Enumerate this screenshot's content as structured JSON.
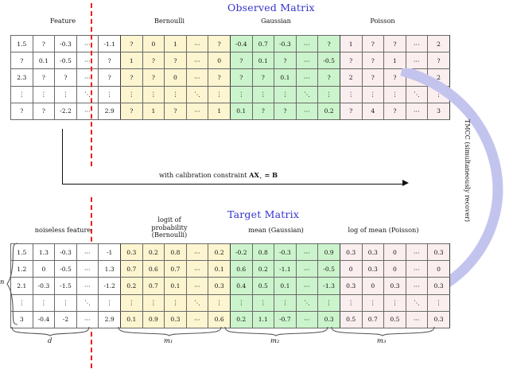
{
  "observed": {
    "title": "Observed Matrix",
    "title_color": "#3333cc",
    "column_headers": [
      "Feature",
      "Bernoulli",
      "Gaussian",
      "Poisson"
    ],
    "block_colors": {
      "feature": "#ffffff",
      "bernoulli": "#fcf5d0",
      "gaussian": "#ccf4cc",
      "poisson": "#fbeeee"
    },
    "rows": [
      [
        "1.5",
        "?",
        "-0.3",
        "⋯",
        "-1.1",
        "?",
        "0",
        "1",
        "⋯",
        "?",
        "-0.4",
        "0.7",
        "-0.3",
        "⋯",
        "?",
        "1",
        "?",
        "?",
        "⋯",
        "2"
      ],
      [
        "?",
        "0.1",
        "-0.5",
        "⋯",
        "?",
        "1",
        "?",
        "?",
        "⋯",
        "0",
        "?",
        "0.1",
        "?",
        "⋯",
        "-0.5",
        "?",
        "?",
        "1",
        "⋯",
        "?"
      ],
      [
        "2.3",
        "?",
        "?",
        "⋯",
        "?",
        "?",
        "?",
        "0",
        "⋯",
        "?",
        "?",
        "?",
        "0.1",
        "⋯",
        "?",
        "2",
        "?",
        "?",
        "⋯",
        "2"
      ],
      [
        "⋮",
        "⋮",
        "⋮",
        "⋱",
        "⋮",
        "⋮",
        "⋮",
        "⋮",
        "⋱",
        "⋮",
        "⋮",
        "⋮",
        "⋮",
        "⋱",
        "⋮",
        "⋮",
        "⋮",
        "⋮",
        "⋱",
        "⋮"
      ],
      [
        "?",
        "?",
        "-2.2",
        "⋯",
        "2.9",
        "?",
        "1",
        "?",
        "⋯",
        "1",
        "0.1",
        "?",
        "?",
        "⋯",
        "0.2",
        "?",
        "4",
        "?",
        "⋯",
        "3"
      ]
    ]
  },
  "target": {
    "title": "Target Matrix",
    "title_color": "#3333cc",
    "column_headers": [
      "noiseless feature",
      "logit of probability (Bernoulli)",
      "mean (Gaussian)",
      "log of mean (Poisson)"
    ],
    "column_headers_lines": [
      [
        "noiseless feature"
      ],
      [
        "logit of",
        "probability",
        "(Bernoulli)"
      ],
      [
        "mean (Gaussian)"
      ],
      [
        "log of mean (Poisson)"
      ]
    ],
    "row_dim_label": "n",
    "col_dim_labels": [
      "d",
      "m₁",
      "m₂",
      "m₃"
    ],
    "rows": [
      [
        "1.5",
        "1.3",
        "-0.3",
        "⋯",
        "-1",
        "0.3",
        "0.2",
        "0.8",
        "⋯",
        "0.2",
        "-0.2",
        "0.8",
        "-0.3",
        "⋯",
        "0.9",
        "0.3",
        "0.3",
        "0",
        "⋯",
        "0.3"
      ],
      [
        "1.2",
        "0",
        "-0.5",
        "⋯",
        "1.3",
        "0.7",
        "0.6",
        "0.7",
        "⋯",
        "0.1",
        "0.6",
        "0.2",
        "-1.1",
        "⋯",
        "-0.5",
        "0",
        "0.3",
        "0",
        "⋯",
        "0"
      ],
      [
        "2.1",
        "-0.3",
        "-1.5",
        "⋯",
        "-1.2",
        "0.2",
        "0.7",
        "0.1",
        "⋯",
        "0.3",
        "0.4",
        "0.5",
        "0.1",
        "⋯",
        "-1.3",
        "0.3",
        "0",
        "0.3",
        "⋯",
        "0.3"
      ],
      [
        "⋮",
        "⋮",
        "⋮",
        "⋱",
        "⋮",
        "⋮",
        "⋮",
        "⋮",
        "⋱",
        "⋮",
        "⋮",
        "⋮",
        "⋮",
        "⋱",
        "⋮",
        "⋮",
        "⋮",
        "⋮",
        "⋱",
        "⋮"
      ],
      [
        "3",
        "-0.4",
        "-2",
        "⋯",
        "2.9",
        "0.1",
        "0.9",
        "0.3",
        "⋯",
        "0.6",
        "0.2",
        "1.1",
        "-0.7",
        "⋯",
        "0.3",
        "0.5",
        "0.7",
        "0.5",
        "⋯",
        "0.3"
      ]
    ]
  },
  "middle_arrow": {
    "label_prefix": "with calibration constraint ",
    "label_math": "AX",
    "label_sub": "⋆",
    "label_suffix": " = B"
  },
  "curved_arrow": {
    "label": "TMCC (simultaneously recover)",
    "color": "#c3c4ee"
  }
}
